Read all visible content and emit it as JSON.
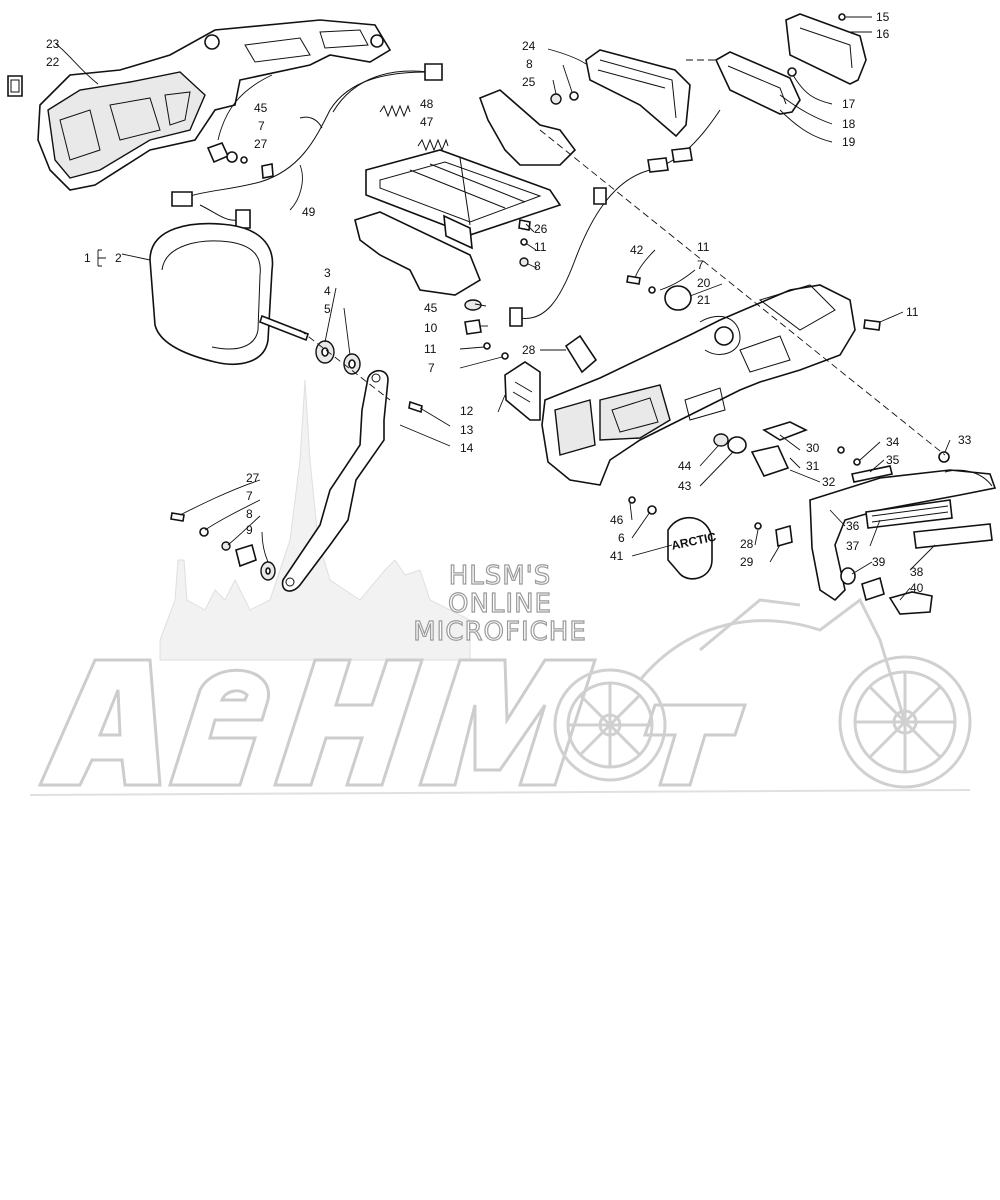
{
  "watermark": {
    "line1": "HLSM'S",
    "line2": "ONLINE",
    "line3": "MICROFICHE",
    "brand": "AeHMoTo"
  },
  "decal_text": "ARCTIC",
  "callouts": {
    "c1": "1",
    "c2": "2",
    "c3": "3",
    "c4": "4",
    "c5": "5",
    "c6": "6",
    "c7a": "7",
    "c7b": "7",
    "c7c": "7",
    "c7d": "7",
    "c8a": "8",
    "c8b": "8",
    "c8c": "8",
    "c9": "9",
    "c10": "10",
    "c11a": "11",
    "c11b": "11",
    "c11c": "11",
    "c11d": "11",
    "c12": "12",
    "c13": "13",
    "c14": "14",
    "c15": "15",
    "c16": "16",
    "c17": "17",
    "c18": "18",
    "c19": "19",
    "c20": "20",
    "c21": "21",
    "c22": "22",
    "c23": "23",
    "c24": "24",
    "c25": "25",
    "c26": "26",
    "c27a": "27",
    "c27b": "27",
    "c28a": "28",
    "c28b": "28",
    "c29": "29",
    "c30": "30",
    "c31": "31",
    "c32": "32",
    "c33": "33",
    "c34": "34",
    "c35": "35",
    "c36": "36",
    "c37": "37",
    "c38": "38",
    "c39": "39",
    "c40": "40",
    "c41": "41",
    "c42": "42",
    "c43": "43",
    "c44": "44",
    "c45a": "45",
    "c45b": "45",
    "c46": "46",
    "c47": "47",
    "c48": "48",
    "c49": "49"
  }
}
